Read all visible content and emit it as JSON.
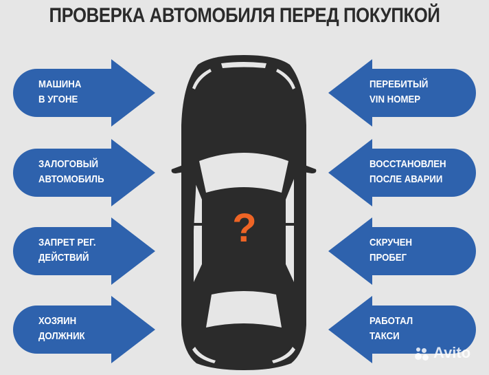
{
  "title": "ПРОВЕРКА АВТОМОБИЛЯ ПЕРЕД ПОКУПКОЙ",
  "colors": {
    "background": "#e6e6e6",
    "arrow": "#2e62ad",
    "car": "#2b2b2b",
    "question_mark": "#ee6425",
    "title": "#2b2b2b"
  },
  "left_arrows": [
    {
      "line1": "МАШИНА",
      "line2": "В УГОНЕ"
    },
    {
      "line1": "ЗАЛОГОВЫЙ",
      "line2": "АВТОМОБИЛЬ"
    },
    {
      "line1": "ЗАПРЕТ РЕГ.",
      "line2": "ДЕЙСТВИЙ"
    },
    {
      "line1": "ХОЗЯИН",
      "line2": "ДОЛЖНИК"
    }
  ],
  "right_arrows": [
    {
      "line1": "ПЕРЕБИТЫЙ",
      "line2": "VIN НОМЕР"
    },
    {
      "line1": "ВОССТАНОВЛЕН",
      "line2": "ПОСЛЕ АВАРИИ"
    },
    {
      "line1": "СКРУЧЕН",
      "line2": "ПРОБЕГ"
    },
    {
      "line1": "РАБОТАЛ",
      "line2": "ТАКСИ"
    }
  ],
  "car": {
    "center_symbol": "?",
    "icon": "car-top-view-icon"
  },
  "watermark": {
    "text": "Avito",
    "icon": "avito-dots-icon"
  }
}
